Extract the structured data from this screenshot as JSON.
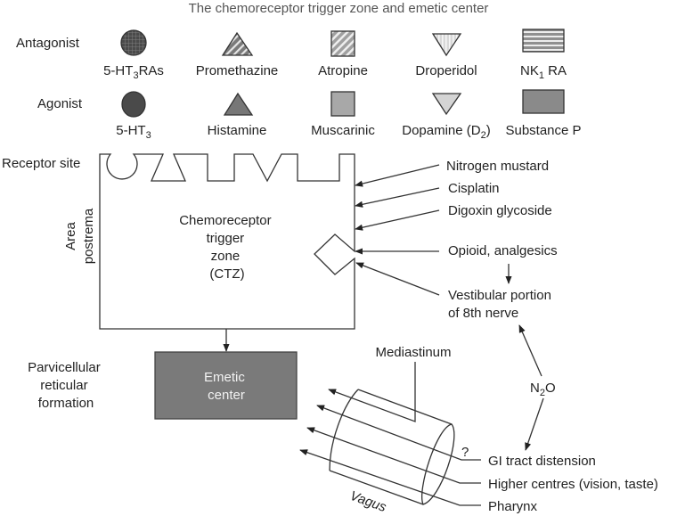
{
  "title": "The chemoreceptor trigger zone and emetic center",
  "legend": {
    "antagonist_label": "Antagonist",
    "agonist_label": "Agonist",
    "antagonists": [
      {
        "name": "5-HT3RAs",
        "main": "5-HT",
        "sub": "3",
        "tail": "RAs",
        "icon": "crosshatch-circle-icon"
      },
      {
        "name": "Promethazine",
        "main": "Promethazine",
        "sub": "",
        "tail": "",
        "icon": "striped-triangle-icon"
      },
      {
        "name": "Atropine",
        "main": "Atropine",
        "sub": "",
        "tail": "",
        "icon": "striped-square-icon"
      },
      {
        "name": "Droperidol",
        "main": "Droperidol",
        "sub": "",
        "tail": "",
        "icon": "striped-inverted-triangle-icon"
      },
      {
        "name": "NK1 RA",
        "main": "NK",
        "sub": "1",
        "tail": " RA",
        "icon": "striped-rectangle-icon"
      }
    ],
    "agonists": [
      {
        "name": "5-HT3",
        "main": "5-HT",
        "sub": "3",
        "tail": "",
        "icon": "solid-circle-icon"
      },
      {
        "name": "Histamine",
        "main": "Histamine",
        "sub": "",
        "tail": "",
        "icon": "solid-triangle-icon"
      },
      {
        "name": "Muscarinic",
        "main": "Muscarinic",
        "sub": "",
        "tail": "",
        "icon": "solid-square-icon"
      },
      {
        "name": "Dopamine (D2)",
        "main": "Dopamine (D",
        "sub": "2",
        "tail": ")",
        "icon": "solid-inverted-triangle-icon"
      },
      {
        "name": "Substance P",
        "main": "Substance P",
        "sub": "",
        "tail": "",
        "icon": "solid-rectangle-icon"
      }
    ],
    "colors": {
      "circle": "#4a4a4a",
      "triangle": "#777777",
      "square": "#a8a8a8",
      "inverted_triangle": "#d4d4d4",
      "rectangle": "#8a8a8a"
    }
  },
  "ctz": {
    "receptor_site_label": "Receptor site",
    "area_label_1": "Area",
    "area_label_2": "postrema",
    "name_lines": [
      "Chemoreceptor",
      "trigger",
      "zone",
      "(CTZ)"
    ]
  },
  "inputs": {
    "nitrogen_mustard": "Nitrogen mustard",
    "cisplatin": "Cisplatin",
    "digoxin": "Digoxin glycoside",
    "opioid": "Opioid, analgesics",
    "vestibular_1": "Vestibular portion",
    "vestibular_2": "of 8th nerve"
  },
  "emetic": {
    "region_lines": [
      "Parvicellular",
      "reticular",
      "formation"
    ],
    "center_lines": [
      "Emetic",
      "center"
    ],
    "center_color": "#7a7a7a"
  },
  "vagus": {
    "label": "Vagus",
    "mediastinum": "Mediastinum",
    "question": "?",
    "n2o_main": "N",
    "n2o_sub": "2",
    "n2o_tail": "O",
    "gi": "GI tract distension",
    "higher": "Higher centres (vision, taste)",
    "pharynx": "Pharynx"
  }
}
